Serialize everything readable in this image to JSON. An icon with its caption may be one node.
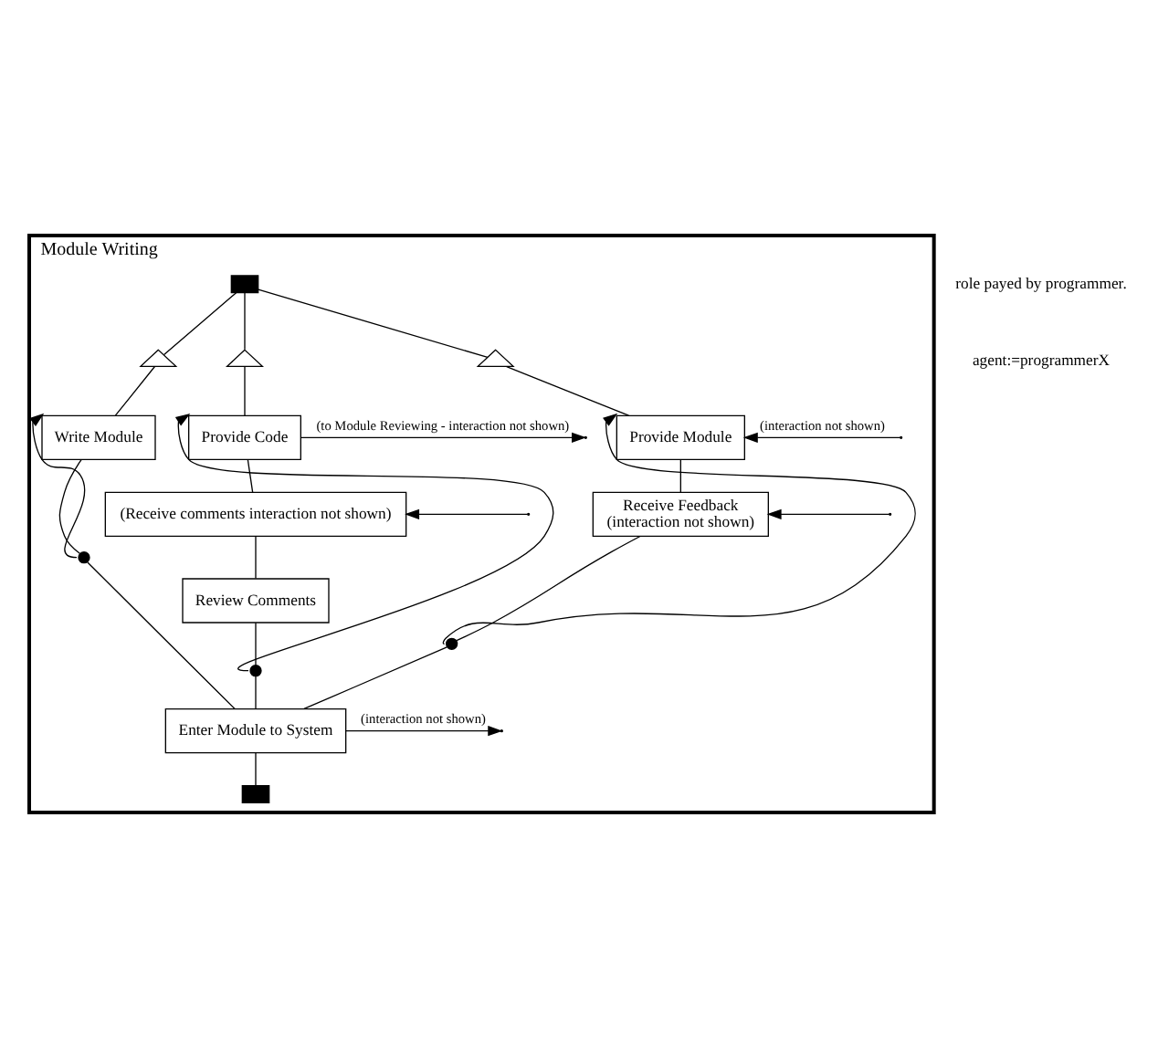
{
  "diagram": {
    "nodes": [
      {
        "text": [
          "Module Writing"
        ]
      },
      {
        "text": [],
        "shape": "box",
        "in": 0
      },
      {
        "text": [],
        "shape": "triangle",
        "in": 0
      },
      {
        "text": [],
        "shape": "triangle",
        "in": 0
      },
      {
        "text": [],
        "shape": "triangle",
        "in": 0
      },
      {
        "text": [
          "Write Module"
        ],
        "in": 0
      },
      {
        "text": [],
        "shape": "circle",
        "in": 0
      },
      {
        "text": [
          "Provide Code"
        ],
        "in": 0
      },
      {
        "text": [
          "(Receive comments interaction not shown)"
        ],
        "in": 0
      },
      {
        "text": [
          "Review Comments"
        ],
        "in": 0
      },
      {
        "text": [],
        "shape": "circle",
        "in": 0
      },
      {
        "text": [
          "Provide Module"
        ],
        "in": 0
      },
      {
        "text": [
          "Receive Feedback",
          "(interaction not shown)"
        ],
        "in": 0
      },
      {
        "text": [],
        "shape": "circle",
        "in": 0
      },
      {
        "text": [
          "Enter Module to System"
        ],
        "in": 0
      },
      {
        "text": [],
        "shape": "box",
        "in": 0
      }
    ],
    "edges": [
      {
        "from": 1,
        "to": 2,
        "arrow": "none"
      },
      {
        "from": 1,
        "to": 3,
        "arrow": "none"
      },
      {
        "from": 1,
        "to": 4,
        "arrow": "none"
      },
      {
        "from": 2,
        "to": 5,
        "arrow": "none"
      },
      {
        "from": 5,
        "to": 6,
        "arrow": "none"
      },
      {
        "from": 6,
        "to": 5,
        "arrow": "to"
      },
      {
        "from": 3,
        "to": 7,
        "arrow": "none"
      },
      {
        "from": 7,
        "to": null,
        "arrow": "to",
        "label": "(to Module Reviewing - interaction not shown)"
      },
      {
        "from": 7,
        "to": 8,
        "arrow": "none"
      },
      {
        "from": null,
        "to": 8,
        "arrow": "to"
      },
      {
        "from": 8,
        "to": 9,
        "arrow": "none"
      },
      {
        "from": 9,
        "to": 10,
        "arrow": "none"
      },
      {
        "from": 10,
        "to": 7,
        "arrow": "to"
      },
      {
        "from": 4,
        "to": 11,
        "arrow": "none"
      },
      {
        "from": null,
        "to": 11,
        "arrow": "to",
        "label": "(interaction not shown)"
      },
      {
        "from": 11,
        "to": 12,
        "arrow": "none"
      },
      {
        "from": null,
        "to": 12,
        "arrow": "to"
      },
      {
        "from": 12,
        "to": 13,
        "arrow": "none"
      },
      {
        "from": 13,
        "to": 11,
        "arrow": "to"
      },
      {
        "from": 6,
        "to": 14,
        "arrow": "none"
      },
      {
        "from": 10,
        "to": 14,
        "arrow": "none"
      },
      {
        "from": 13,
        "to": 14,
        "arrow": "none"
      },
      {
        "from": 14,
        "to": null,
        "arrow": "to",
        "label": "(interaction not shown)"
      },
      {
        "from": 14,
        "to": 15,
        "arrow": "none"
      }
    ],
    "labels": [
      "role payed by programmer.",
      "agent:=programmerX"
    ]
  }
}
